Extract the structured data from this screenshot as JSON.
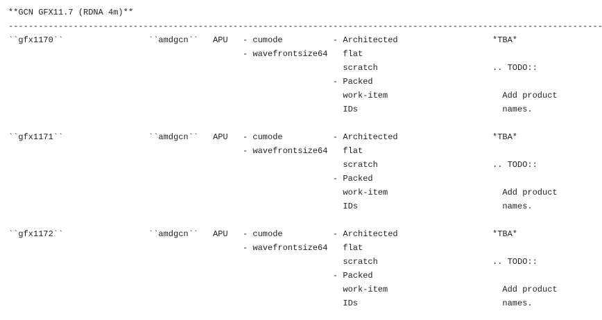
{
  "document": {
    "title": "**GCN GFX11.7 (RDNA 4m)**",
    "rule": "------------------------------------------------------------------------------------------------------------------------------------------------------------"
  },
  "entries": [
    {
      "processor": "``gfx1170``",
      "target": "``amdgcn``",
      "type": "APU",
      "features": [
        "- cumode",
        "- wavefrontsize64"
      ],
      "properties": [
        "- Architected",
        "  flat",
        "  scratch",
        "- Packed",
        "  work-item",
        "  IDs"
      ],
      "products": [
        "*TBA*",
        ".. TODO::",
        "  Add product",
        "  names."
      ]
    },
    {
      "processor": "``gfx1171``",
      "target": "``amdgcn``",
      "type": "APU",
      "features": [
        "- cumode",
        "- wavefrontsize64"
      ],
      "properties": [
        "- Architected",
        "  flat",
        "  scratch",
        "- Packed",
        "  work-item",
        "  IDs"
      ],
      "products": [
        "*TBA*",
        ".. TODO::",
        "  Add product",
        "  names."
      ]
    },
    {
      "processor": "``gfx1172``",
      "target": "``amdgcn``",
      "type": "APU",
      "features": [
        "- cumode",
        "- wavefrontsize64"
      ],
      "properties": [
        "- Architected",
        "  flat",
        "  scratch",
        "- Packed",
        "  work-item",
        "  IDs"
      ],
      "products": [
        "*TBA*",
        ".. TODO::",
        "  Add product",
        "  names."
      ]
    }
  ]
}
